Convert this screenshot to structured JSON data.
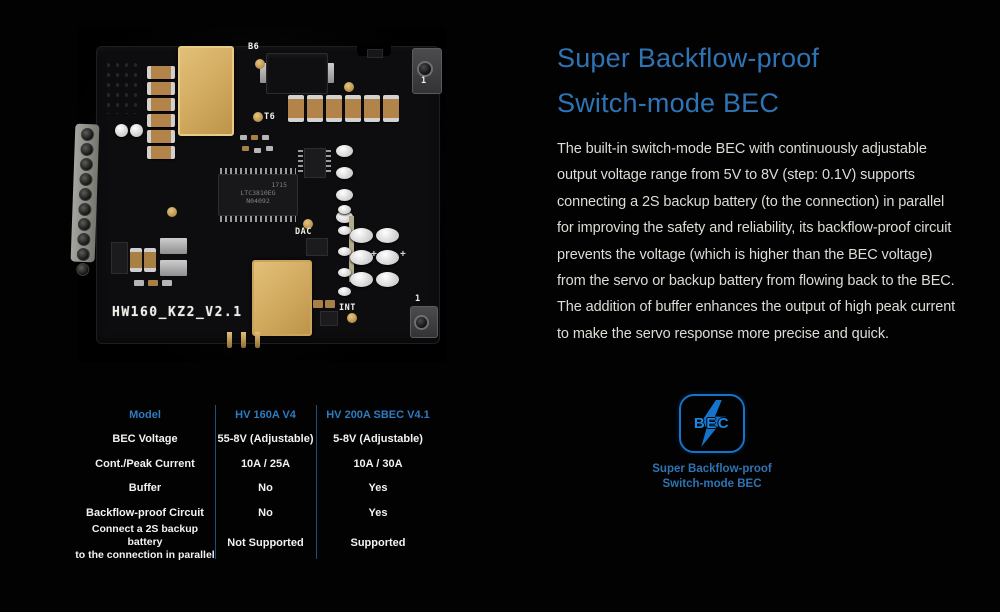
{
  "colors": {
    "accent": "#2e74b5",
    "badge_blue": "#1473cc",
    "body_text": "#dedcd6",
    "table_divider": "#1d4f7c"
  },
  "pcb": {
    "silkscreen": "HW160_KZ2_V2.1",
    "labels": {
      "b6": "B6",
      "t6": "T6",
      "dac": "DAC",
      "int": "INT",
      "corner_top": "1",
      "corner_bottom": "1"
    },
    "chip": {
      "line1": "1715",
      "line2": "LTC3810EG",
      "line3": "N04092"
    },
    "plus": "+"
  },
  "heading": {
    "line1": "Super Backflow-proof",
    "line2": "Switch-mode BEC"
  },
  "paragraph": {
    "lines": [
      "The built-in switch-mode BEC with continuously adjustable",
      "output voltage range from 5V to 8V (step: 0.1V) supports",
      "connecting a 2S backup battery (to the connection) in parallel",
      "for improving the safety and reliability, its backflow-proof circuit",
      "prevents the voltage (which is higher than the BEC voltage)",
      "from the servo or backup battery from flowing back to the BEC.",
      "The addition of buffer enhances the output of high peak current",
      "to make the servo response more precise and quick."
    ]
  },
  "table": {
    "headers": [
      "Model",
      "HV 160A V4",
      "HV 200A SBEC V4.1"
    ],
    "rows": [
      {
        "c0": "BEC Voltage",
        "c1": "55-8V (Adjustable)",
        "c2": "5-8V (Adjustable)"
      },
      {
        "c0": "Cont./Peak Current",
        "c1": "10A / 25A",
        "c2": "10A / 30A"
      },
      {
        "c0": "Buffer",
        "c1": "No",
        "c2": "Yes"
      },
      {
        "c0": "Backflow-proof Circuit",
        "c1": "No",
        "c2": "Yes"
      },
      {
        "c0a": "Connect a 2S backup battery",
        "c0b": "to the connection in parallel",
        "c1": "Not Supported",
        "c2": "Supported"
      }
    ]
  },
  "badge": {
    "label": "BEC",
    "caption_line1": "Super Backflow-proof",
    "caption_line2": "Switch-mode BEC"
  }
}
